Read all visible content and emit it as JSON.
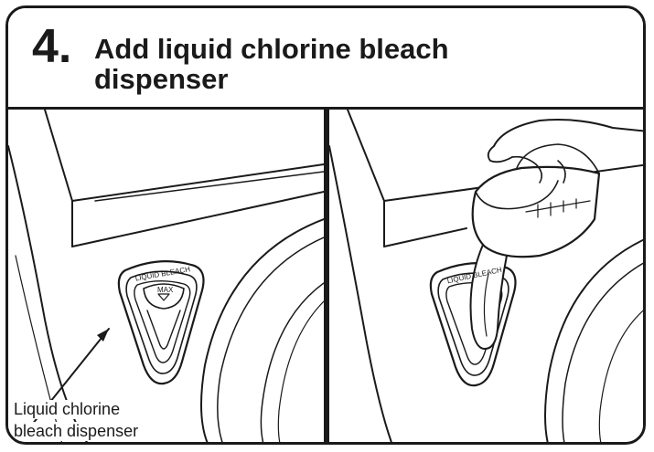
{
  "step": {
    "number": "4.",
    "title_line1": "Add liquid chlorine bleach",
    "title_line2": "dispenser"
  },
  "left_panel": {
    "dispenser_label": "LIQUID BLEACH",
    "max_label": "MAX",
    "callout_line1": "Liquid chlorine",
    "callout_line2": "bleach dispenser"
  },
  "right_panel": {
    "dispenser_label": "LIQUID BLEACH"
  }
}
